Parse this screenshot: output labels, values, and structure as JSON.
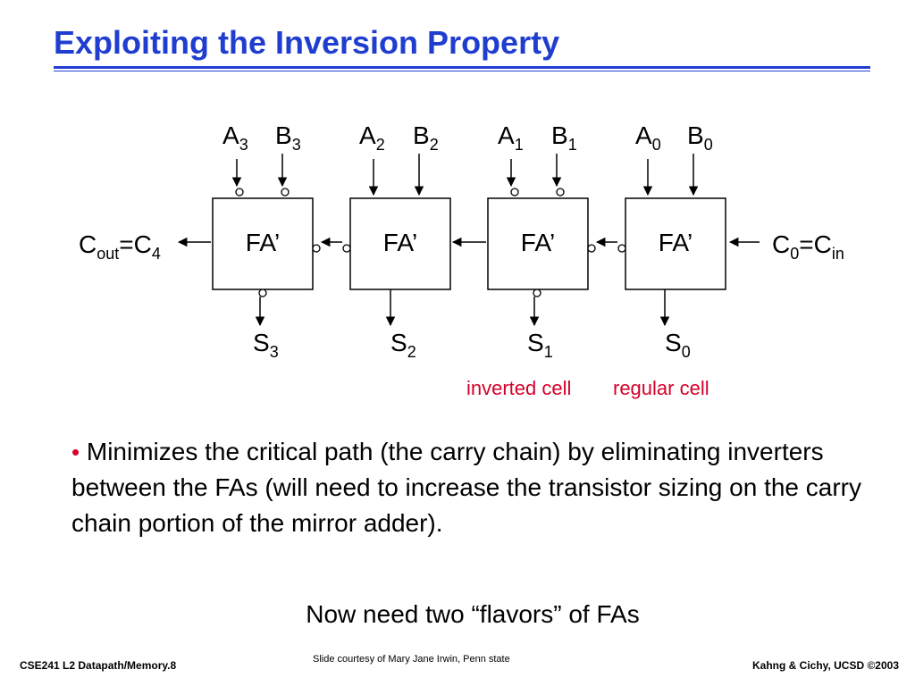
{
  "title": "Exploiting the Inversion Property",
  "diagram": {
    "cells": [
      {
        "label": "FA’",
        "a": "A",
        "a_sub": "3",
        "b": "B",
        "b_sub": "3",
        "s": "S",
        "s_sub": "3"
      },
      {
        "label": "FA’",
        "a": "A",
        "a_sub": "2",
        "b": "B",
        "b_sub": "2",
        "s": "S",
        "s_sub": "2"
      },
      {
        "label": "FA’",
        "a": "A",
        "a_sub": "1",
        "b": "B",
        "b_sub": "1",
        "s": "S",
        "s_sub": "1"
      },
      {
        "label": "FA’",
        "a": "A",
        "a_sub": "0",
        "b": "B",
        "b_sub": "0",
        "s": "S",
        "s_sub": "0"
      }
    ],
    "cout": {
      "c": "C",
      "out": "out",
      "eq": "=C",
      "sub": "4"
    },
    "cin": {
      "c": "C",
      "sub": "0",
      "eq": "=C",
      "in": "in"
    },
    "inverted_label": "inverted cell",
    "regular_label": "regular cell",
    "label_color": "#d4002a"
  },
  "bullet": {
    "dot": "•",
    "text": "Minimizes the critical path (the carry chain) by eliminating inverters between the FAs (will need to increase the transistor sizing on the carry chain portion of the mirror adder)."
  },
  "flavors": "Now need two “flavors” of FAs",
  "footer": {
    "left": "CSE241  L2 Datapath/Memory.8",
    "center": "Slide courtesy of Mary Jane Irwin, Penn state",
    "right": "Kahng & Cichy, UCSD ©2003"
  },
  "colors": {
    "title": "#1f3ecf",
    "bullet_dot": "#d4002a"
  }
}
